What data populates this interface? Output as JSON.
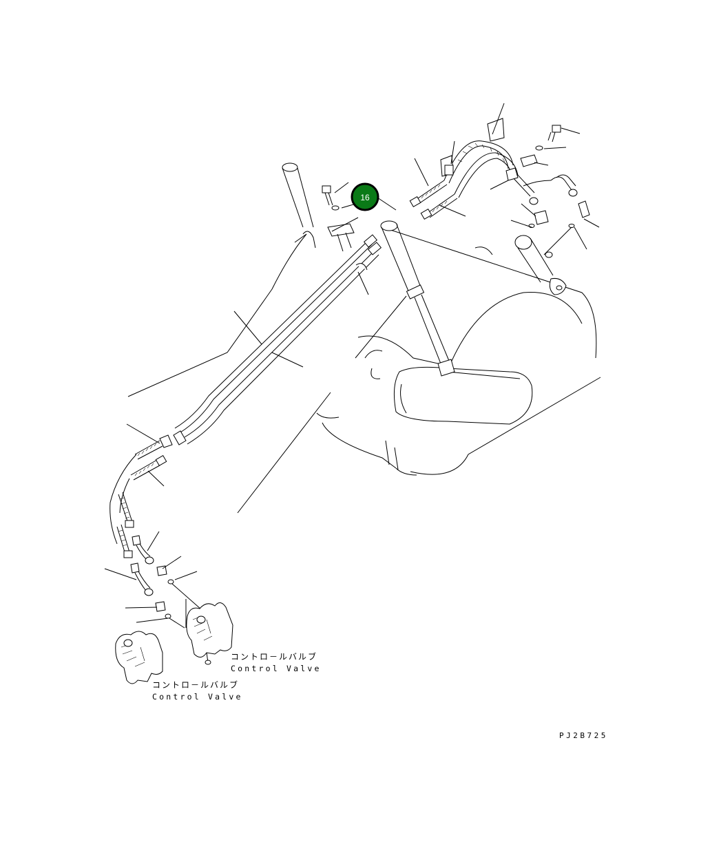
{
  "diagram": {
    "callout": {
      "label": "16",
      "fill": "#0a7a17",
      "ring": "#000000"
    },
    "labels": {
      "control_valve_1_jp": "コントロ－ルバルブ",
      "control_valve_1_en": "Control Valve",
      "control_valve_2_jp": "コントロ－ルバルブ",
      "control_valve_2_en": "Control Valve"
    },
    "drawing_code": "PJ2B725"
  }
}
